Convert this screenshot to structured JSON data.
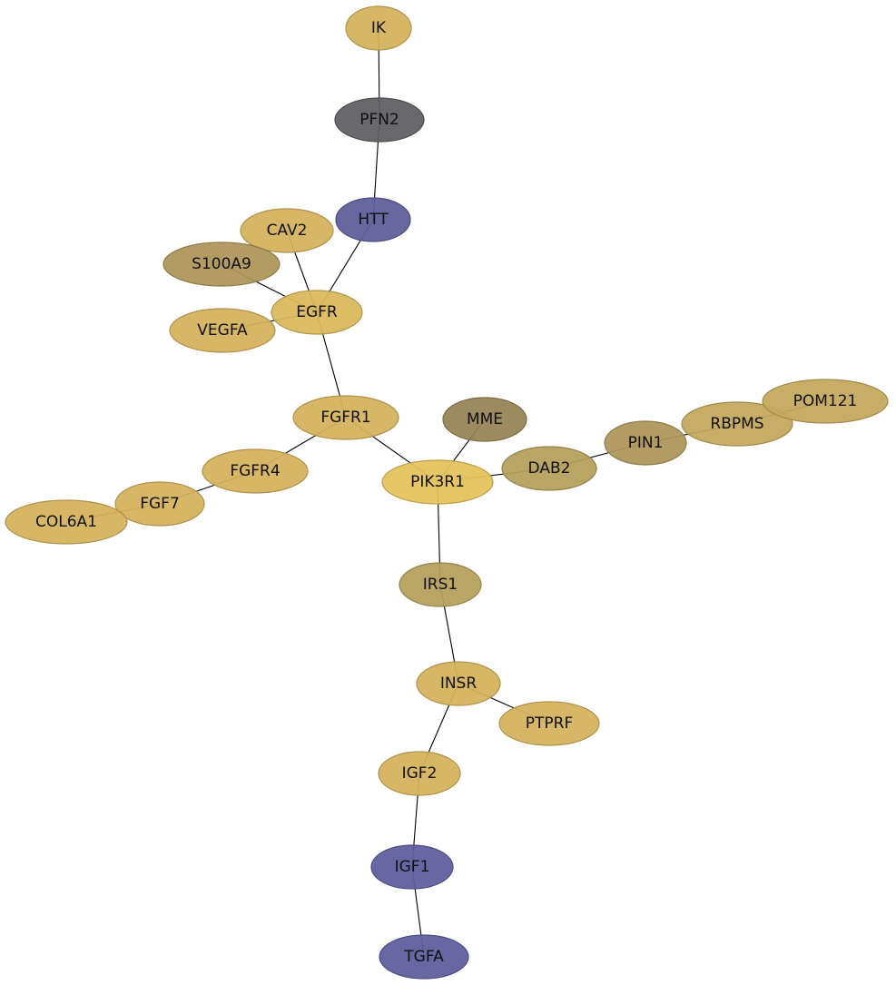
{
  "palette": {
    "gold": "#d4b454",
    "gold_bright": "#e3c05a",
    "gold_dark": "#b79b57",
    "khaki": "#ad9659",
    "olive_brown": "#968454",
    "charcoal": "#606064",
    "slate_blue": "#5f5e9a",
    "edge": "#000000"
  },
  "nodes": [
    {
      "id": "IK",
      "label": "IK",
      "color": "#d4b25c"
    },
    {
      "id": "PFN2",
      "label": "PFN2",
      "color": "#606064"
    },
    {
      "id": "HTT",
      "label": "HTT",
      "color": "#5f5e9a"
    },
    {
      "id": "CAV2",
      "label": "CAV2",
      "color": "#d4b25c"
    },
    {
      "id": "S100A9",
      "label": "S100A9",
      "color": "#ad9659"
    },
    {
      "id": "EGFR",
      "label": "EGFR",
      "color": "#dab85a"
    },
    {
      "id": "VEGFA",
      "label": "VEGFA",
      "color": "#d4b25c"
    },
    {
      "id": "FGFR1",
      "label": "FGFR1",
      "color": "#d4b25c"
    },
    {
      "id": "MME",
      "label": "MME",
      "color": "#968454"
    },
    {
      "id": "FGFR4",
      "label": "FGFR4",
      "color": "#d4b25c"
    },
    {
      "id": "PIK3R1",
      "label": "PIK3R1",
      "color": "#e6c25c"
    },
    {
      "id": "DAB2",
      "label": "DAB2",
      "color": "#b59f5c"
    },
    {
      "id": "PIN1",
      "label": "PIN1",
      "color": "#ad9659"
    },
    {
      "id": "RBPMS",
      "label": "RBPMS",
      "color": "#c4a85c"
    },
    {
      "id": "POM121",
      "label": "POM121",
      "color": "#c4a85c"
    },
    {
      "id": "FGF7",
      "label": "FGF7",
      "color": "#d4b25c"
    },
    {
      "id": "COL6A1",
      "label": "COL6A1",
      "color": "#d4b25c"
    },
    {
      "id": "IRS1",
      "label": "IRS1",
      "color": "#b59f5c"
    },
    {
      "id": "INSR",
      "label": "INSR",
      "color": "#d4b25c"
    },
    {
      "id": "PTPRF",
      "label": "PTPRF",
      "color": "#d4b25c"
    },
    {
      "id": "IGF2",
      "label": "IGF2",
      "color": "#d4b25c"
    },
    {
      "id": "IGF1",
      "label": "IGF1",
      "color": "#5f5e9e"
    },
    {
      "id": "TGFA",
      "label": "TGFA",
      "color": "#5f5e9e"
    }
  ],
  "edges": [
    {
      "source": "IK",
      "target": "PFN2"
    },
    {
      "source": "PFN2",
      "target": "HTT"
    },
    {
      "source": "HTT",
      "target": "EGFR"
    },
    {
      "source": "CAV2",
      "target": "EGFR"
    },
    {
      "source": "S100A9",
      "target": "EGFR"
    },
    {
      "source": "VEGFA",
      "target": "EGFR"
    },
    {
      "source": "EGFR",
      "target": "FGFR1"
    },
    {
      "source": "FGFR1",
      "target": "FGFR4"
    },
    {
      "source": "FGFR1",
      "target": "PIK3R1"
    },
    {
      "source": "FGFR4",
      "target": "FGF7"
    },
    {
      "source": "FGF7",
      "target": "COL6A1"
    },
    {
      "source": "MME",
      "target": "PIK3R1"
    },
    {
      "source": "PIK3R1",
      "target": "DAB2"
    },
    {
      "source": "DAB2",
      "target": "PIN1"
    },
    {
      "source": "PIN1",
      "target": "RBPMS"
    },
    {
      "source": "RBPMS",
      "target": "POM121"
    },
    {
      "source": "PIK3R1",
      "target": "IRS1"
    },
    {
      "source": "IRS1",
      "target": "INSR"
    },
    {
      "source": "INSR",
      "target": "PTPRF"
    },
    {
      "source": "INSR",
      "target": "IGF2"
    },
    {
      "source": "IGF2",
      "target": "IGF1"
    },
    {
      "source": "IGF1",
      "target": "TGFA"
    }
  ]
}
